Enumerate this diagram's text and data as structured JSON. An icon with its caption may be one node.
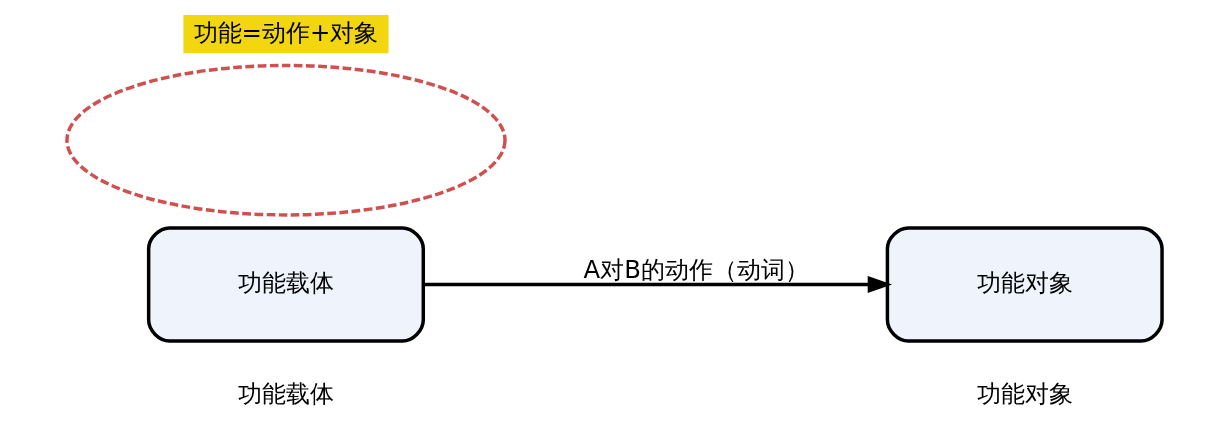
{
  "diagram": {
    "nodes": [
      {
        "text": [
          "功能载体"
        ],
        "beside": [
          "功能载体"
        ]
      },
      {
        "text": [
          "功能对象"
        ],
        "beside": [
          "功能对象"
        ]
      },
      {
        "text": [],
        "shape": "ellipse"
      }
    ],
    "edges": [
      {
        "from": 0,
        "to": 1,
        "arrow": "to",
        "label": "A对B的动作（动词）"
      }
    ],
    "labels": [
      "功能=动作+对象"
    ]
  }
}
